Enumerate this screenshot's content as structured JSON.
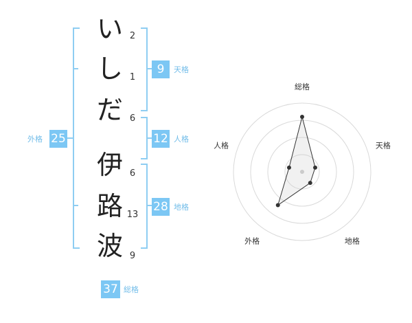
{
  "name": {
    "chars": [
      {
        "char": "い",
        "strokes": "2"
      },
      {
        "char": "し",
        "strokes": "1"
      },
      {
        "char": "だ",
        "strokes": "6"
      },
      {
        "char": "伊",
        "strokes": "6"
      },
      {
        "char": "路",
        "strokes": "13"
      },
      {
        "char": "波",
        "strokes": "9"
      }
    ]
  },
  "scores": {
    "tenkaku": {
      "value": "9",
      "label": "天格"
    },
    "jinkaku": {
      "value": "12",
      "label": "人格"
    },
    "chikaku": {
      "value": "28",
      "label": "地格"
    },
    "gaikaku": {
      "value": "25",
      "label": "外格"
    },
    "soukaku": {
      "value": "37",
      "label": "総格"
    }
  },
  "colors": {
    "accent": "#7cc7f4",
    "bracket": "#8ecdf2",
    "label": "#72bde9"
  },
  "chart_data": {
    "type": "radar",
    "axes": [
      "総格",
      "天格",
      "地格",
      "外格",
      "人格"
    ],
    "values": [
      4,
      1,
      1,
      3,
      1
    ],
    "rmax": 5,
    "rings": 4,
    "grid": true,
    "legend": "none"
  }
}
